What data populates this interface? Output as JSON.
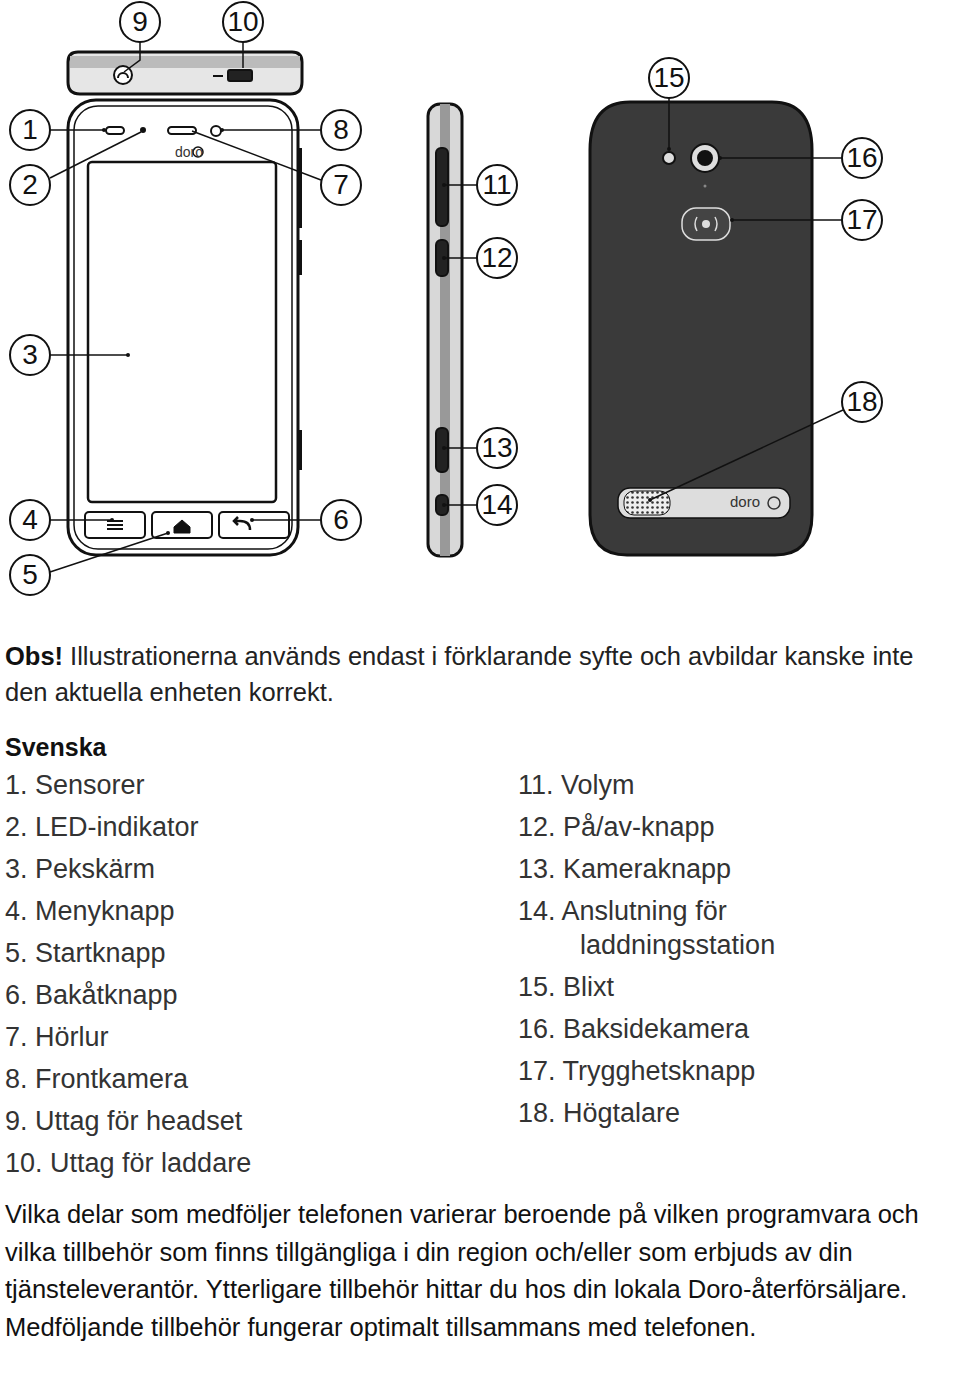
{
  "diagram": {
    "labels": [
      "9",
      "10",
      "15",
      "1",
      "8",
      "2",
      "7",
      "16",
      "11",
      "17",
      "12",
      "3",
      "18",
      "13",
      "14",
      "4",
      "6",
      "5",
      "doro",
      "doro",
      "Obs!",
      "Illustrationerna används endast i förklarande syfte och avbildar kanske inte den aktuella enheten korrekt.",
      "Svenska",
      "1. Sensorer",
      "2. LED-indikator",
      "3. Pekskärm",
      "4. Menyknapp",
      "5. Startknapp",
      "6. Bakåtknapp",
      "7. Hörlur",
      "8. Frontkamera",
      "9. Uttag för headset",
      "10. Uttag för laddare",
      "11. Volym",
      "12. På/av-knapp",
      "13. Kameraknapp",
      "14. Anslutning för laddningsstation",
      "15. Blixt",
      "16. Baksidekamera",
      "17. Trygghetsknapp",
      "18. Högtalare",
      "Vilka delar som medföljer telefonen varierar beroende på vilken programvara och vilka tillbehör som finns tillgängliga i din region och/eller som erbjuds av din tjänsteleverantör. Ytterligare tillbehör hittar du hos din lokala Doro-återförsäljare. Medföljande tillbehör fungerar optimalt tillsammans med telefonen."
    ]
  }
}
